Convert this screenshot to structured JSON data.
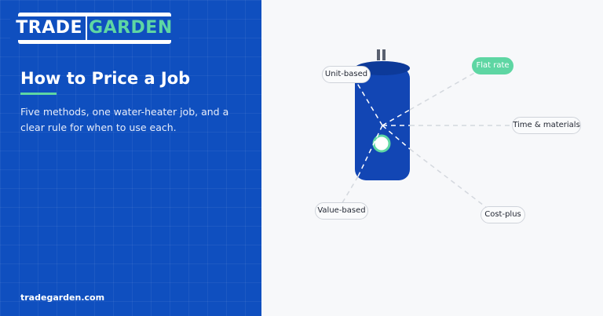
{
  "brand": {
    "part1": "TRADE",
    "part2": "GARDEN"
  },
  "hero": {
    "title": "How to Price a Job",
    "subtitle": "Five methods, one water-heater job, and a clear rule for when to use each.",
    "site": "tradegarden.com"
  },
  "methods": [
    {
      "label": "Unit-based",
      "active": false
    },
    {
      "label": "Flat rate",
      "active": true
    },
    {
      "label": "Time & materials",
      "active": false
    },
    {
      "label": "Cost-plus",
      "active": false
    },
    {
      "label": "Value-based",
      "active": false
    }
  ],
  "colors": {
    "panel": "#0f4fbf",
    "accent": "#5ed6a3",
    "heater": "#1246b4"
  },
  "icons": {
    "heater": "water-heater-icon"
  }
}
